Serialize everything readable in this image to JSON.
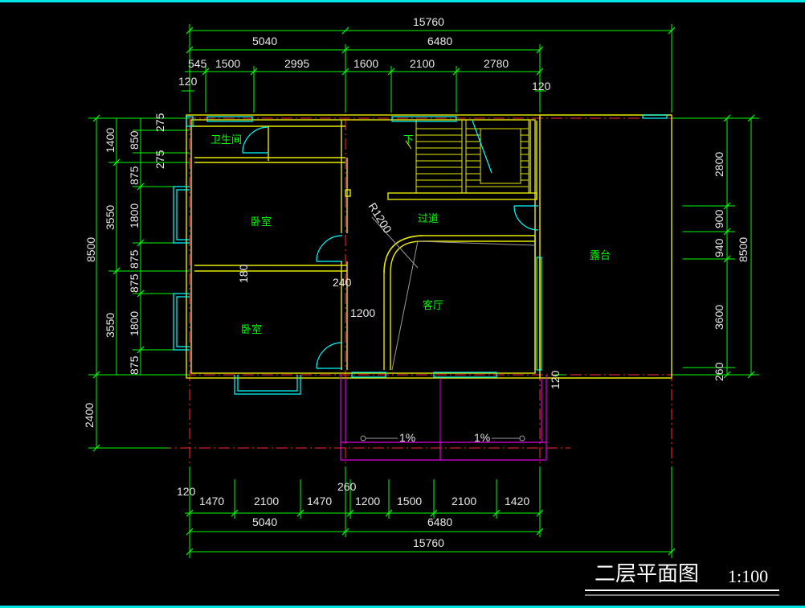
{
  "drawing": {
    "title": "二层平面图",
    "scale": "1:100"
  },
  "rooms": {
    "bathroom": "卫生间",
    "bedroom_upper": "卧室",
    "bedroom_lower": "卧室",
    "corridor": "过道",
    "living": "客厅",
    "terrace": "露台",
    "stair_down": "下"
  },
  "labels": {
    "radius": "R1200",
    "wall_240": "240",
    "wall_180": "180",
    "width_1200": "1200",
    "slope_left": "1%",
    "slope_right": "1%"
  },
  "dims_top": {
    "total": "15760",
    "seg1": "5040",
    "seg2": "6480",
    "d545": "545",
    "d1500": "1500",
    "d2995": "2995",
    "d1600": "1600",
    "d2100": "2100",
    "d2780": "2780",
    "d120a": "120",
    "d120b": "120"
  },
  "dims_bottom": {
    "d120": "120",
    "d260": "260",
    "d1470a": "1470",
    "d2100a": "2100",
    "d1470b": "1470",
    "d1200": "1200",
    "d1500": "1500",
    "d2100b": "2100",
    "d1420": "1420",
    "seg1": "5040",
    "seg2": "6480",
    "total": "15760"
  },
  "dims_left": {
    "total": "8500",
    "d2400": "2400",
    "d3550a": "3550",
    "d3550b": "3550",
    "d1400": "1400",
    "d275a": "275",
    "d850": "850",
    "d275b": "275",
    "d875a": "875",
    "d1800a": "1800",
    "d875b": "875",
    "d875c": "875",
    "d1800b": "1800",
    "d875d": "875"
  },
  "dims_right": {
    "total": "8500",
    "d2800": "2800",
    "d900": "900",
    "d940": "940",
    "d3600": "3600",
    "d260": "260",
    "d120": "120"
  },
  "colors": {
    "dimension": "#00ff00",
    "wall": "#ffff00",
    "window": "#00ffff",
    "axis": "#ff0000",
    "balcony": "#ff00ff",
    "text": "#e8e8e8",
    "frame": "#00e5e5"
  }
}
